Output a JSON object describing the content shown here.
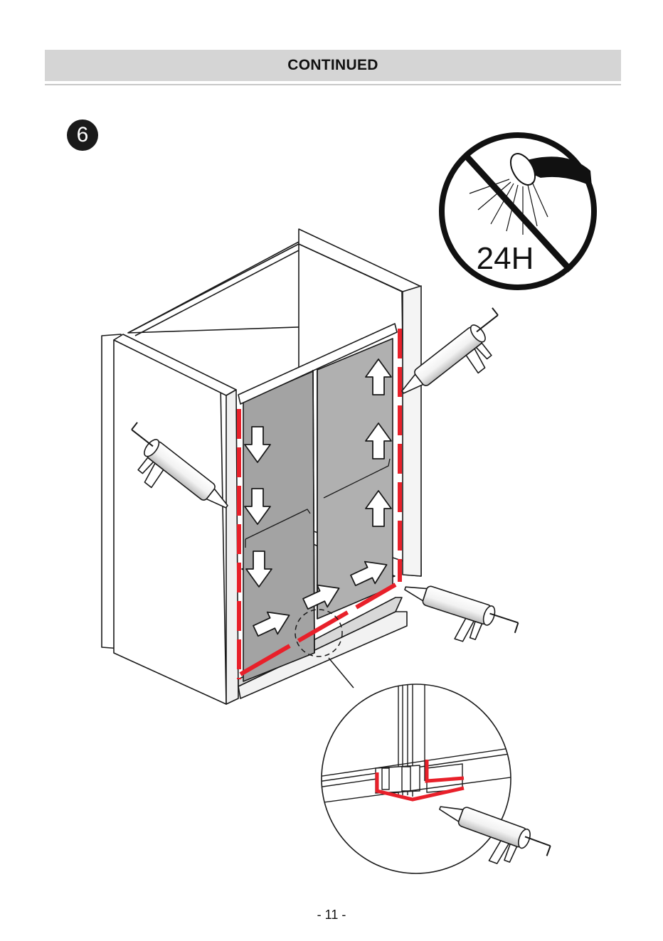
{
  "header": {
    "title": "CONTINUED"
  },
  "step": {
    "number": "6"
  },
  "no_water_sign": {
    "label": "24H",
    "icon": "no-shower-icon"
  },
  "footer": {
    "page_number": "- 11 -"
  },
  "colors": {
    "sealant": "#e8202a",
    "header_band": "#d5d5d5",
    "glass": "#9e9e9e"
  }
}
